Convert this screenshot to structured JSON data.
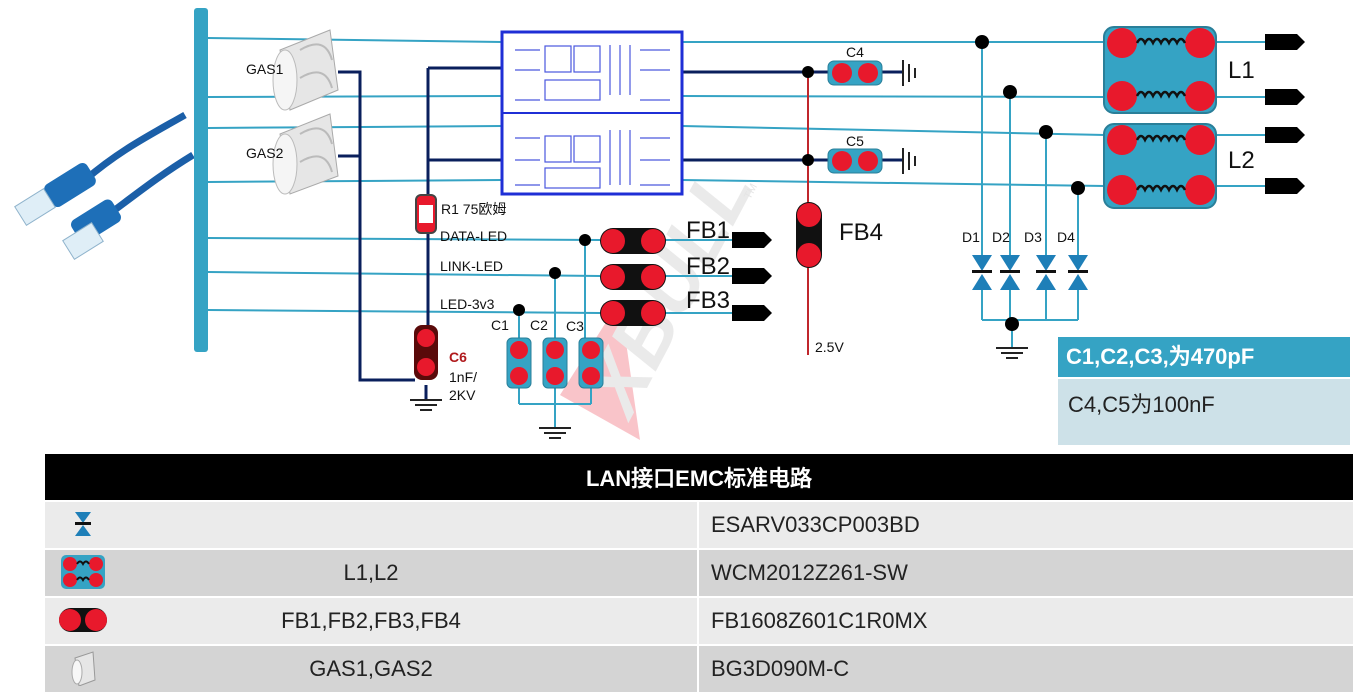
{
  "diagram": {
    "components": {
      "gas1": "GAS1",
      "gas2": "GAS2",
      "r1": "R1 75欧姆",
      "c6": "C6",
      "c6_value_line1": "1nF/",
      "c6_value_line2": "2KV",
      "c1": "C1",
      "c2": "C2",
      "c3": "C3",
      "c4": "C4",
      "c5": "C5",
      "fb1": "FB1",
      "fb2": "FB2",
      "fb3": "FB3",
      "fb4": "FB4",
      "l1": "L1",
      "l2": "L2",
      "d1": "D1",
      "d2": "D2",
      "d3": "D3",
      "d4": "D4",
      "voltage": "2.5V",
      "trademark": "TM",
      "watermark": "XBULL"
    },
    "signals": {
      "data_led": "DATA-LED",
      "link_led": "LINK-LED",
      "led_3v3": "LED-3v3"
    },
    "colors": {
      "trace": "#35a3c4",
      "wire_dark": "#0a1f5c",
      "component_red": "#e8192c",
      "vertical_red": "#c0262c",
      "transformer_border": "#1f2fd6"
    }
  },
  "notes": {
    "c123": "C1,C2,C3,为470pF",
    "c45": "C4,C5为100nF"
  },
  "table": {
    "title": "LAN接口EMC标准电路",
    "rows": [
      {
        "icon": "tvs-diode-icon",
        "name": "",
        "part": "ESARV033CP003BD"
      },
      {
        "icon": "common-mode-choke-icon",
        "name": "L1,L2",
        "part": "WCM2012Z261-SW"
      },
      {
        "icon": "ferrite-bead-icon",
        "name": "FB1,FB2,FB3,FB4",
        "part": "FB1608Z601C1R0MX"
      },
      {
        "icon": "gas-discharge-tube-icon",
        "name": "GAS1,GAS2",
        "part": "BG3D090M-C"
      }
    ]
  }
}
